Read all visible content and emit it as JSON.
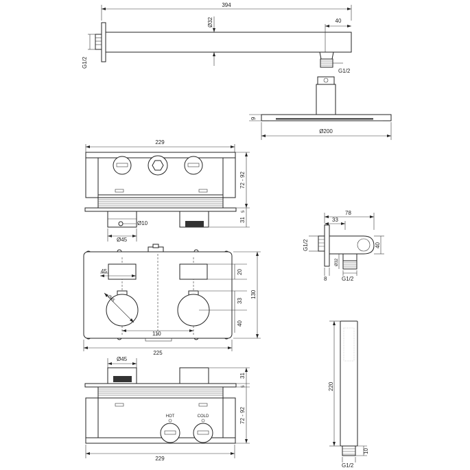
{
  "shower_arm": {
    "length": "394",
    "diameter": "Ø32",
    "tip": "40",
    "thread_wall": "G1/2",
    "thread_head": "G1/2"
  },
  "shower_head": {
    "height": "9",
    "diameter": "Ø200"
  },
  "box_top": {
    "width": "229",
    "depth": "72 - 92",
    "offset": "5",
    "knob_depth": "31",
    "hole": "Ø10",
    "knob_diameter": "Ø45"
  },
  "front_plate": {
    "d45": "45",
    "d20": "20",
    "diag": "Ø45",
    "d33": "33",
    "d130": "130",
    "d40": "40",
    "d110": "110",
    "d225": "225"
  },
  "box_bottom": {
    "knob_diameter": "Ø45",
    "knob_depth": "31",
    "offset": "5",
    "depth": "72 - 92",
    "width": "229",
    "label_hot": "HOT",
    "label_cold": "COLD"
  },
  "wall_outlet": {
    "width": "78",
    "offset": "33",
    "thread": "G1/2",
    "height": "40",
    "diameter": "Ø32",
    "base": "8",
    "thread_bottom": "G1/2"
  },
  "hand_shower": {
    "length": "220",
    "end": "10",
    "thread": "G1/2"
  }
}
